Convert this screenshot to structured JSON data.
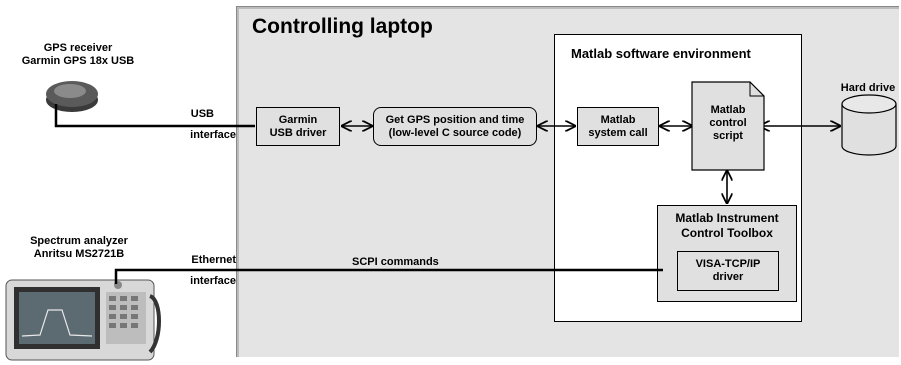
{
  "laptop_title": "Controlling laptop",
  "matlab_env_title": "Matlab software environment",
  "gps": {
    "line1": "GPS receiver",
    "line2": "Garmin GPS 18x USB"
  },
  "usb_label": {
    "line1": "USB",
    "line2": "interface"
  },
  "spectrum": {
    "line1": "Spectrum analyzer",
    "line2": "Anritsu MS2721B"
  },
  "ethernet_label": {
    "line1": "Ethernet",
    "line2": "interface"
  },
  "scpi_label": "SCPI commands",
  "garmin_driver": {
    "line1": "Garmin",
    "line2": "USB driver"
  },
  "get_gps": {
    "line1": "Get GPS position and time",
    "line2": "(low-level C source code)"
  },
  "syscall": {
    "line1": "Matlab",
    "line2": "system call"
  },
  "control_script": {
    "line1": "Matlab",
    "line2": "control",
    "line3": "script"
  },
  "hard_drive": "Hard drive",
  "toolbox": {
    "line1": "Matlab Instrument",
    "line2": "Control Toolbox"
  },
  "visa": {
    "line1": "VISA-TCP/IP",
    "line2": "driver"
  }
}
